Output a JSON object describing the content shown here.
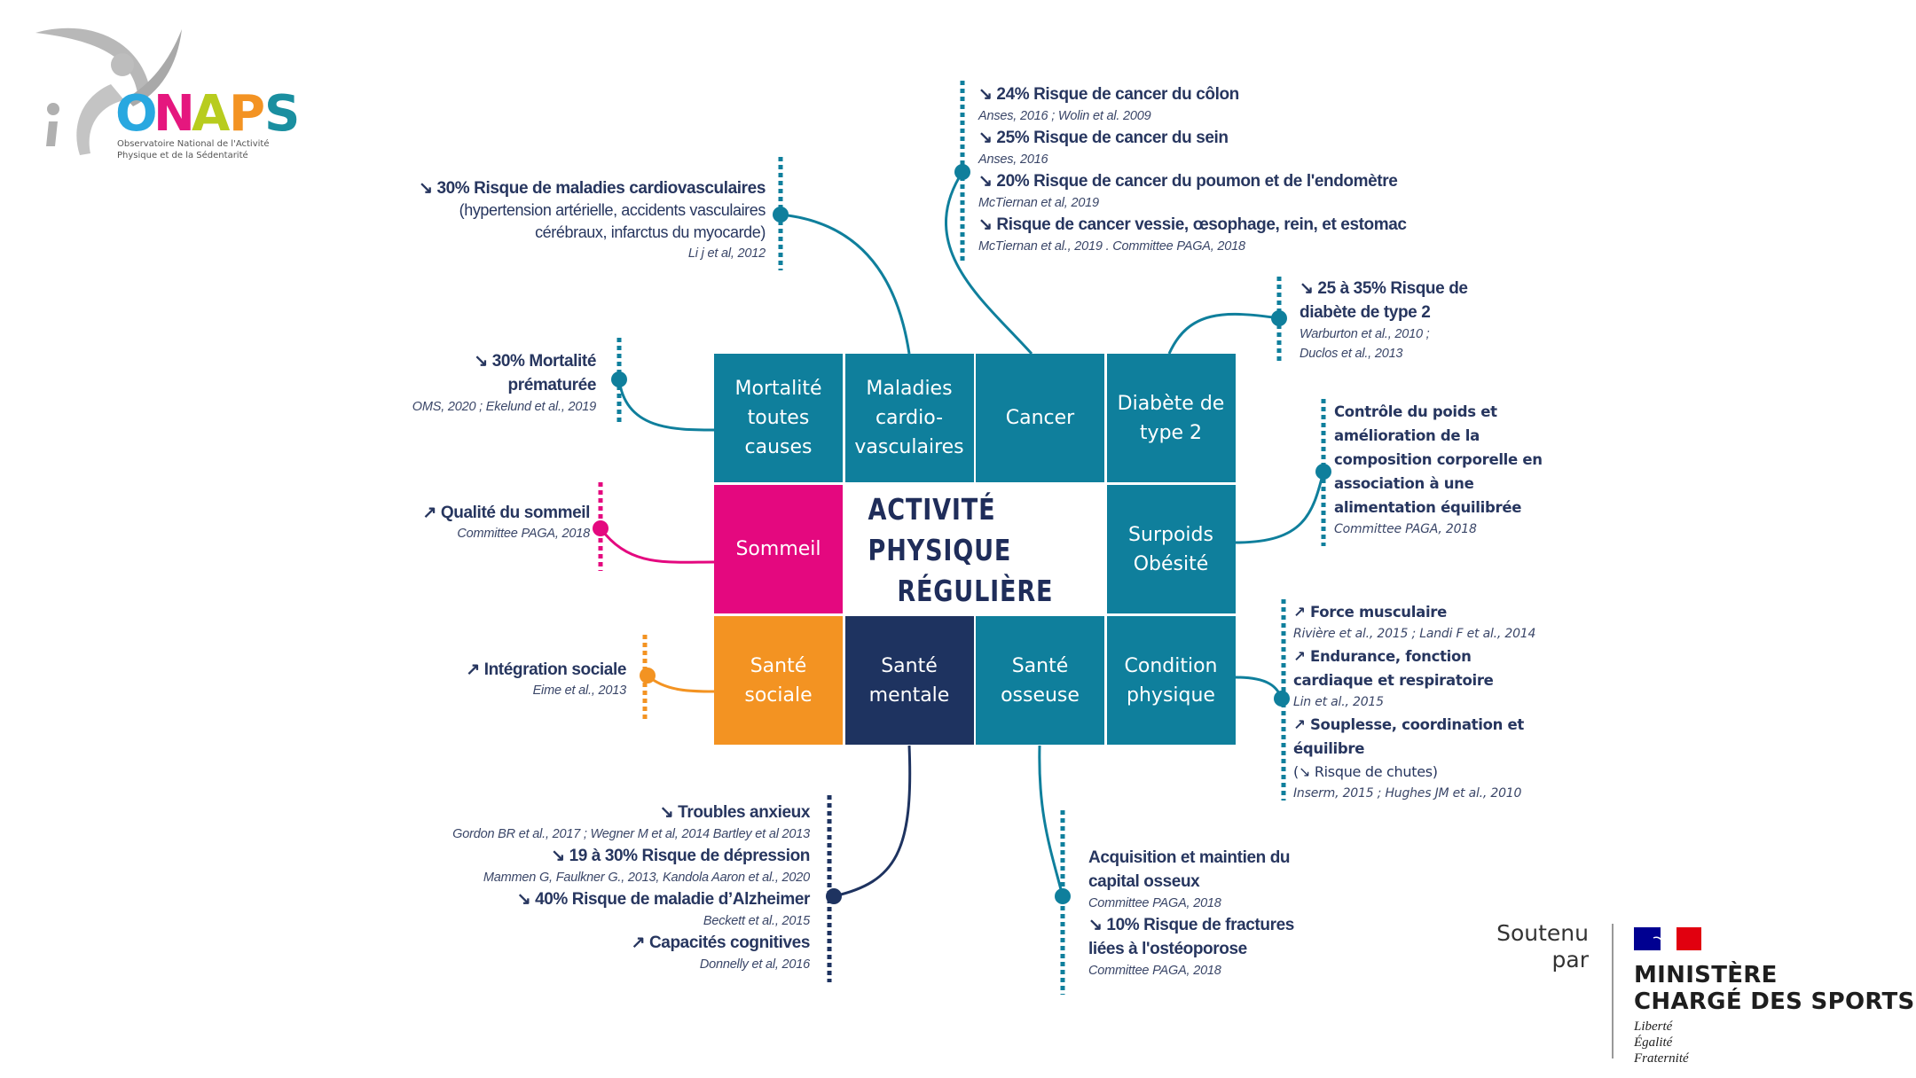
{
  "colors": {
    "teal": "#0f7f9c",
    "pink": "#e4087f",
    "orange": "#f39322",
    "navy": "#1e3360",
    "text": "#27365f"
  },
  "logo": {
    "letters": [
      "O",
      "N",
      "A",
      "P",
      "S"
    ],
    "letter_colors": [
      "#29a8e0",
      "#e5177e",
      "#b8cc1e",
      "#f39323",
      "#1a8fa0"
    ],
    "subtitle_1": "Observatoire National de l'Activité",
    "subtitle_2": "Physique et de la Sédentarité"
  },
  "center_title": {
    "line1": "ACTIVITÉ PHYSIQUE",
    "line2": "RÉGULIÈRE"
  },
  "grid": [
    {
      "id": "mortalite",
      "label": "Mortalité\ntoutes\ncauses",
      "color": "#0f7f9c"
    },
    {
      "id": "cardio",
      "label": "Maladies\ncardio-\nvasculaires",
      "color": "#0f7f9c"
    },
    {
      "id": "cancer",
      "label": "Cancer",
      "color": "#0f7f9c"
    },
    {
      "id": "diabete",
      "label": "Diabète de\ntype 2",
      "color": "#0f7f9c"
    },
    {
      "id": "sommeil",
      "label": "Sommeil",
      "color": "#e4087f"
    },
    {
      "id": "surpoids",
      "label": "Surpoids\nObésité",
      "color": "#0f7f9c"
    },
    {
      "id": "sociale",
      "label": "Santé\nsociale",
      "color": "#f39322"
    },
    {
      "id": "mentale",
      "label": "Santé\nmentale",
      "color": "#1e3360"
    },
    {
      "id": "osseuse",
      "label": "Santé\nosseuse",
      "color": "#0f7f9c"
    },
    {
      "id": "condition",
      "label": "Condition\nphysique",
      "color": "#0f7f9c"
    }
  ],
  "annotations": [
    {
      "id": "cardio",
      "align": "right",
      "lines": [
        {
          "t": "h",
          "text": "↘ 30% Risque de maladies cardiovasculaires"
        },
        {
          "t": "n",
          "text": "(hypertension artérielle, accidents vasculaires"
        },
        {
          "t": "n",
          "text": "cérébraux, infarctus du myocarde)"
        },
        {
          "t": "c",
          "text": "Li j et al, 2012"
        }
      ]
    },
    {
      "id": "cancer",
      "align": "left",
      "lines": [
        {
          "t": "h",
          "text": "↘ 24% Risque de cancer du côlon"
        },
        {
          "t": "c",
          "text": "Anses, 2016 ; Wolin et al. 2009"
        },
        {
          "t": "h",
          "text": "↘ 25% Risque de cancer du sein"
        },
        {
          "t": "c",
          "text": "Anses, 2016"
        },
        {
          "t": "h",
          "text": "↘ 20% Risque de cancer du poumon et de l'endomètre"
        },
        {
          "t": "c",
          "text": "McTiernan et al, 2019"
        },
        {
          "t": "h",
          "text": "↘ Risque de cancer vessie, œsophage, rein, et estomac"
        },
        {
          "t": "c",
          "text": " McTiernan et al., 2019 . Committee PAGA, 2018"
        }
      ]
    },
    {
      "id": "diabete",
      "align": "left",
      "lines": [
        {
          "t": "h",
          "text": "↘ 25 à 35% Risque de"
        },
        {
          "t": "h",
          "text": "diabète de type 2"
        },
        {
          "t": "c",
          "text": "Warburton et al., 2010 ;"
        },
        {
          "t": "c",
          "text": "Duclos et al., 2013"
        }
      ]
    },
    {
      "id": "mortalite",
      "align": "right",
      "lines": [
        {
          "t": "h",
          "text": "↘ 30% Mortalité"
        },
        {
          "t": "h",
          "text": "prématurée"
        },
        {
          "t": "c",
          "text": "OMS, 2020 ; Ekelund et al., 2019"
        }
      ]
    },
    {
      "id": "sommeil",
      "align": "right",
      "lines": [
        {
          "t": "h",
          "text": "↗  Qualité du sommeil"
        },
        {
          "t": "c",
          "text": "Committee PAGA, 2018"
        }
      ]
    },
    {
      "id": "sociale",
      "align": "right",
      "lines": [
        {
          "t": "h",
          "text": "↗ Intégration sociale"
        },
        {
          "t": "c",
          "text": "Eime et al., 2013"
        }
      ]
    },
    {
      "id": "mentale",
      "align": "right",
      "lines": [
        {
          "t": "h",
          "text": "↘ Troubles anxieux"
        },
        {
          "t": "c",
          "text": "Gordon BR et al., 2017 ; Wegner M et al, 2014 Bartley et al 2013"
        },
        {
          "t": "h",
          "text": "↘ 19 à 30% Risque de dépression"
        },
        {
          "t": "c",
          "text": "Mammen G, Faulkner G., 2013, Kandola Aaron et al.,  2020"
        },
        {
          "t": "h",
          "text": "↘ 40% Risque de maladie d’Alzheimer"
        },
        {
          "t": "c",
          "text": "Beckett et al., 2015"
        },
        {
          "t": "h",
          "text": "↗ Capacités cognitives"
        },
        {
          "t": "c",
          "text": "Donnelly et al, 2016"
        }
      ]
    },
    {
      "id": "osseuse",
      "align": "left",
      "lines": [
        {
          "t": "h",
          "text": "Acquisition et maintien du"
        },
        {
          "t": "h",
          "text": "capital osseux"
        },
        {
          "t": "c",
          "text": "Committee PAGA, 2018"
        },
        {
          "t": "h",
          "text": "↘ 10% Risque de fractures"
        },
        {
          "t": "h",
          "text": "liées à l'ostéoporose"
        },
        {
          "t": "c",
          "text": "Committee PAGA, 2018"
        }
      ]
    },
    {
      "id": "surpoids",
      "align": "left",
      "style": "wide",
      "lines": [
        {
          "t": "h",
          "text": "Contrôle du poids et"
        },
        {
          "t": "h",
          "text": "amélioration de la"
        },
        {
          "t": "h",
          "text": "composition corporelle en"
        },
        {
          "t": "h",
          "text": "association à une"
        },
        {
          "t": "h",
          "text": "alimentation équilibrée"
        },
        {
          "t": "c",
          "text": "Committee PAGA, 2018"
        }
      ]
    },
    {
      "id": "condition",
      "align": "left",
      "style": "wide",
      "lines": [
        {
          "t": "h",
          "text": "↗ Force musculaire"
        },
        {
          "t": "c",
          "text": "Rivière et al., 2015 ; Landi F et al., 2014"
        },
        {
          "t": "h",
          "text": "↗ Endurance, fonction"
        },
        {
          "t": "h",
          "text": "cardiaque et respiratoire"
        },
        {
          "t": "c",
          "text": "Lin et al., 2015"
        },
        {
          "t": "h",
          "text": "↗ Souplesse, coordination et"
        },
        {
          "t": "h",
          "text": "équilibre"
        },
        {
          "t": "n",
          "text": "(↘ Risque de chutes)"
        },
        {
          "t": "c",
          "text": "Inserm, 2015 ;  Hughes JM et al., 2010"
        }
      ]
    }
  ],
  "sponsor": {
    "label_1": "Soutenu",
    "label_2": "par",
    "ministry_1": "MINISTÈRE",
    "ministry_2": "CHARGÉ DES SPORTS",
    "motto": [
      "Liberté",
      "Égalité",
      "Fraternité"
    ],
    "flag_colors": [
      "#000091",
      "#ffffff",
      "#e1000f"
    ]
  }
}
